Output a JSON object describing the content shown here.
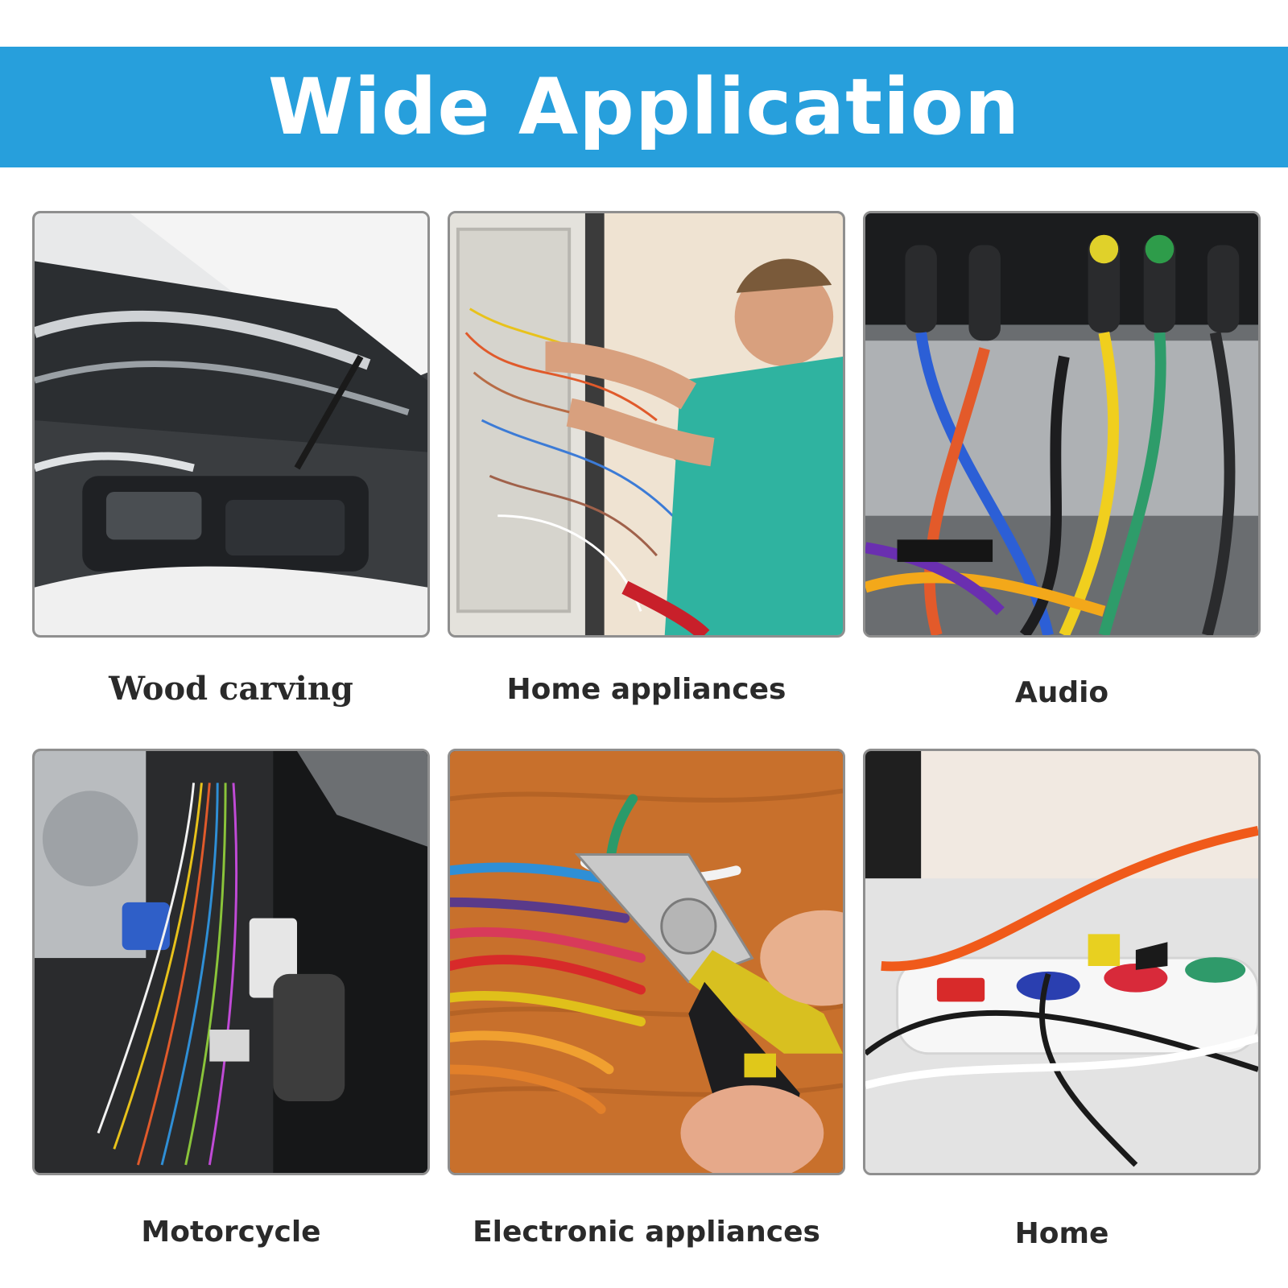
{
  "banner": {
    "title": "Wide Application",
    "color": "#279fdc"
  },
  "tiles": [
    {
      "caption": "Wood carving",
      "scene": "car-engine-bay"
    },
    {
      "caption": "Home appliances",
      "scene": "electrician-wiring-panel"
    },
    {
      "caption": "Audio",
      "scene": "audio-cables-connectors"
    },
    {
      "caption": "Motorcycle",
      "scene": "vehicle-wire-harness"
    },
    {
      "caption": "Electronic appliances",
      "scene": "pliers-cutting-wires"
    },
    {
      "caption": "Home",
      "scene": "power-strip-cables"
    }
  ]
}
